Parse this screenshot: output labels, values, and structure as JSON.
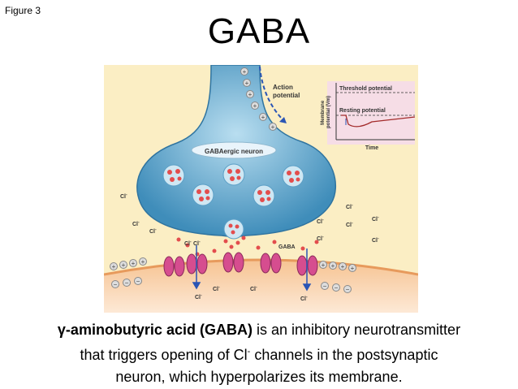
{
  "figure_label": "Figure 3",
  "title": "GABA",
  "diagram": {
    "neuron_label": "GABAergic neuron",
    "action_potential_label": [
      "Action",
      "potential"
    ],
    "graph": {
      "ylabel": [
        "Membrane",
        "potential (Vm)"
      ],
      "xlabel": "Time",
      "threshold_label": "Threshold potential",
      "resting_label": "Resting potential"
    },
    "gaba_label": "GABA",
    "cl_label": "Cl",
    "cl_charge": "-",
    "plus_sign": "+",
    "minus_sign": "−",
    "colors": {
      "background": "#fbeec4",
      "neuron_fill": "#4f9ac2",
      "neuron_light": "#a9d4ea",
      "membrane": "#f1b37f",
      "channel": "#d64d8f",
      "arrow": "#2a55b5",
      "graph_bg": "#f6dde6"
    }
  },
  "caption": {
    "line1_bold": "γ-aminobutyric acid (GABA)",
    "line1_rest": " is an inhibitory neurotransmitter",
    "line2_a": "that triggers opening of Cl",
    "line2_sup": "-",
    "line2_b": " channels in the postsynaptic",
    "line3": "neuron, which hyperpolarizes its membrane."
  }
}
